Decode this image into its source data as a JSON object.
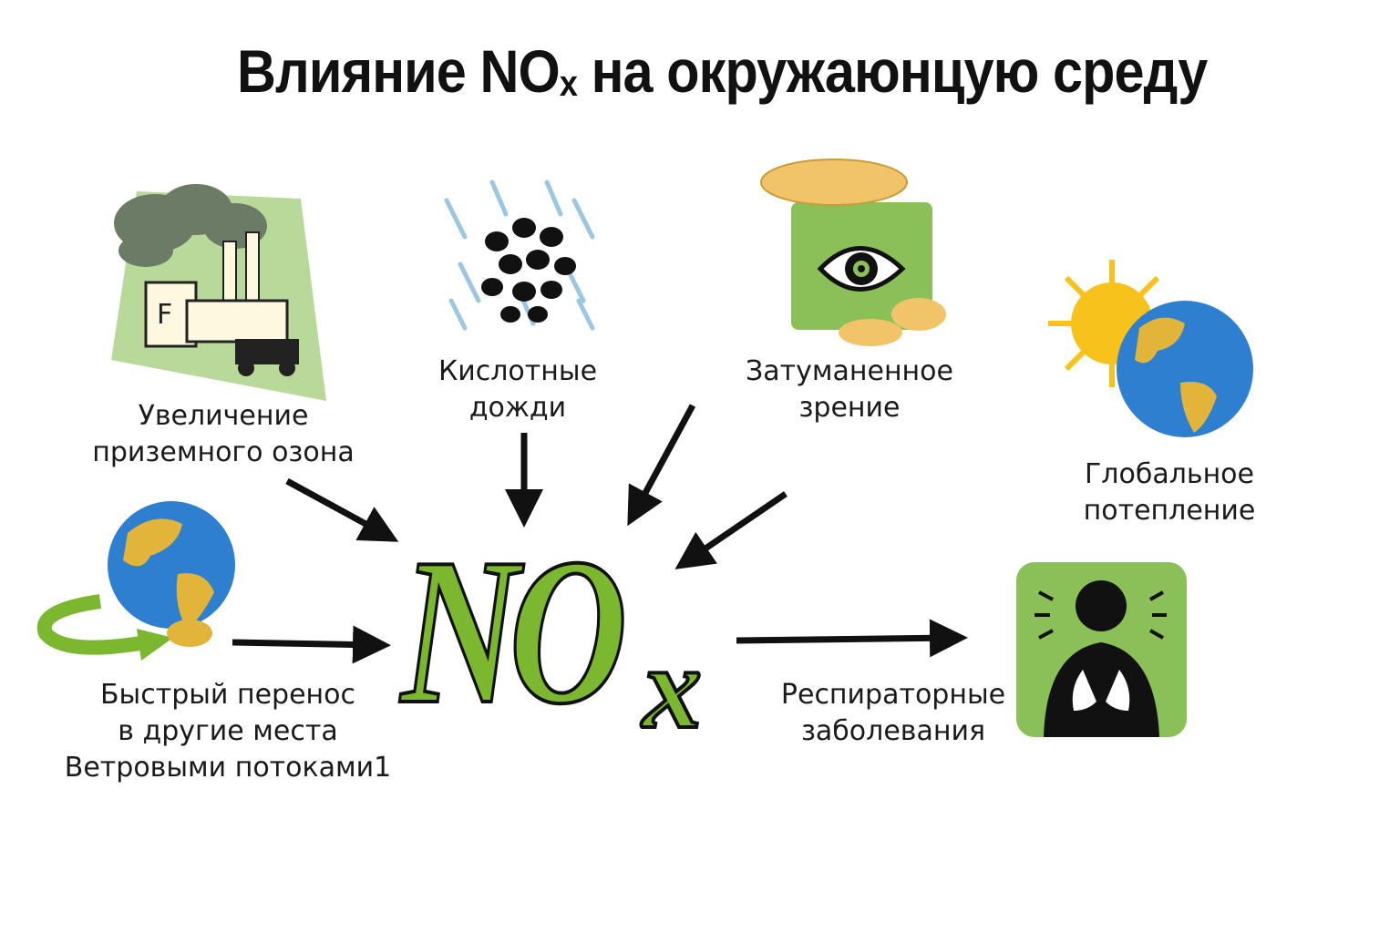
{
  "title": {
    "main": "Влияние NO",
    "sub": "x",
    "rest": " на окружаюнцую среду"
  },
  "center": {
    "main": "NO",
    "sub": "x"
  },
  "effects": [
    {
      "id": "ozone",
      "lines": [
        "Увеличение",
        "приземного озона"
      ],
      "icon": "factory-icon"
    },
    {
      "id": "acid-rain",
      "lines": [
        "Кислотные",
        "дожди"
      ],
      "icon": "acid-rain-icon"
    },
    {
      "id": "vision",
      "lines": [
        "Затуманенное",
        "зрение"
      ],
      "icon": "eye-icon"
    },
    {
      "id": "warming",
      "lines": [
        "Глобальное",
        "потепление"
      ],
      "icon": "sun-globe-icon"
    },
    {
      "id": "transport",
      "lines": [
        "Быстрый перенос",
        "в другие места",
        "Ветровыми потоками1"
      ],
      "icon": "globe-arrow-icon"
    },
    {
      "id": "respiratory",
      "lines": [
        "Респираторные",
        "заболевания"
      ],
      "icon": "lungs-icon"
    }
  ],
  "colors": {
    "green": "#7cb82f",
    "light_green": "#b9d99a",
    "cloud": "#f2c46a",
    "ocean": "#2e7fd0",
    "land": "#e2b43a",
    "sun": "#f7c21b"
  }
}
